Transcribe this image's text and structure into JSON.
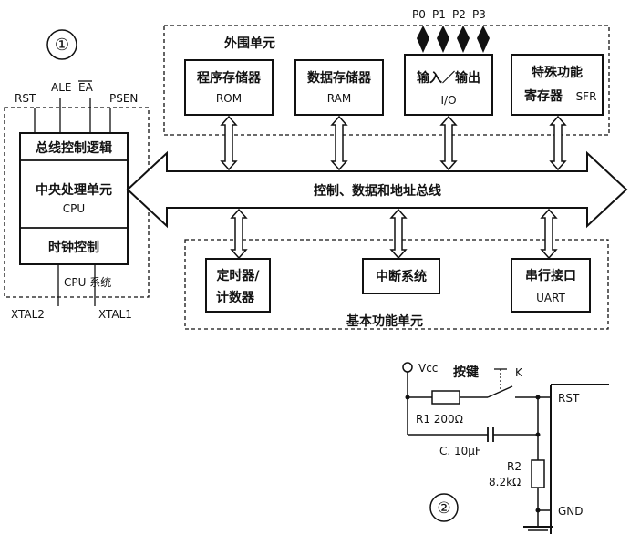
{
  "figure1": {
    "marker": "①",
    "cpu_pins_top": {
      "rst": "RST",
      "ale": "ALE",
      "ea": "EA",
      "psen": "PSEN"
    },
    "cpu_box": {
      "bus_logic": "总线控制逻辑",
      "cpu_name": "中央处理单元",
      "cpu_abbr": "CPU",
      "clock": "时钟控制"
    },
    "cpu_system_label": "CPU 系统",
    "xtal2": "XTAL2",
    "xtal1": "XTAL1",
    "peripheral_title": "外围单元",
    "ports": [
      "P0",
      "P1",
      "P2",
      "P3"
    ],
    "peripherals": [
      {
        "name": "程序存储器",
        "abbr": "ROM"
      },
      {
        "name": "数据存储器",
        "abbr": "RAM"
      },
      {
        "name": "输入／输出",
        "abbr": "I/O"
      },
      {
        "name": "特殊功能",
        "name2": "寄存器",
        "abbr": "SFR"
      }
    ],
    "bus_label": "控制、数据和地址总线",
    "basic_units": [
      {
        "name": "定时器/",
        "name2": "计数器"
      },
      {
        "name": "中断系统"
      },
      {
        "name": "串行接口",
        "abbr": "UART"
      }
    ],
    "basic_title": "基本功能单元"
  },
  "figure2": {
    "marker": "②",
    "vcc": "Vcc",
    "key_label": "按键",
    "key_id": "K",
    "r1": "R1 200Ω",
    "c": "C. 10μF",
    "r2": "R2",
    "r2_value": "8.2kΩ",
    "rst": "RST",
    "gnd": "GND"
  }
}
